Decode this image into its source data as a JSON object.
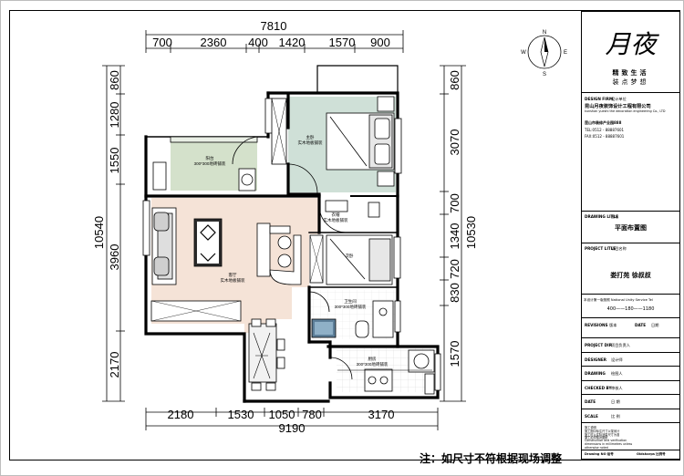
{
  "dimensions": {
    "top_total": "7810",
    "top_segments": [
      "700",
      "2360",
      "400",
      "1420",
      "1570",
      "900"
    ],
    "bottom_total": "9190",
    "bottom_segments": [
      "2180",
      "1530",
      "1050",
      "780",
      "3170"
    ],
    "left_total": "10540",
    "left_segments": [
      "860",
      "1280",
      "1550",
      "3960",
      "2170"
    ],
    "right_total": "10530",
    "right_segments": [
      "860",
      "3070",
      "700",
      "1340",
      "720",
      "830",
      "1570"
    ]
  },
  "compass": {
    "north": "N",
    "south": "S",
    "east": "E",
    "west": "W"
  },
  "rooms": {
    "master_bedroom": {
      "name": "主卧",
      "floor": "实木地板铺装"
    },
    "balcony": {
      "name": "阳台",
      "floor": "300*300地砖铺装"
    },
    "living": {
      "name": "客厅",
      "floor": "实木地板铺装"
    },
    "closet": {
      "name": "衣帽",
      "floor": "实木地板铺装"
    },
    "second_bedroom": {
      "name": "次卧",
      "floor": ""
    },
    "bathroom": {
      "name": "卫生间",
      "floor": "300*300地砖铺装"
    },
    "kitchen": {
      "name": "厨房",
      "floor": "300*300地砖铺装"
    }
  },
  "title_block": {
    "logo_script": "月夜",
    "slogan_top": "精致生活",
    "slogan_bottom": "装点梦想",
    "design_firm_label": "DESIGN FIRM",
    "design_firm_label_cn": "设计单位",
    "company_name_cn": "昆山月夜装饰设计工程有限公司",
    "company_name_en": "kunshan yueshi the decoration engineering Co., LTD",
    "address": "昆山市装修产业园888",
    "tel": "TEL:0512 - 88887601",
    "fax": "FAX:0512 - 88887601",
    "drawing_title_label": "DRAWING LITLE",
    "drawing_title_label_cn": "图名",
    "drawing_title": "平面布置图",
    "project_title_label": "PROJECT LITLE",
    "project_title_label_cn": "项目名称",
    "project_title": "娄打苑 徐叔叔",
    "approval_line": "本设计第一版按照 National Unity Service Tel",
    "phone_line": "400——180——1180",
    "revisions_label": "REVISIONS",
    "revisions_label_cn": "版本",
    "date_label": "DATE",
    "date_label_cn": "日期",
    "rows": [
      {
        "label": "PROJECT DIR",
        "value": "项目负责人"
      },
      {
        "label": "DESIGNER",
        "value": "设计师"
      },
      {
        "label": "DRAWING",
        "value": "绘图人"
      },
      {
        "label": "CHECKED BY",
        "value": "审核人"
      },
      {
        "label": "DATE",
        "value": "日 期"
      },
      {
        "label": "SCALE",
        "value": "比 例"
      }
    ],
    "notes": [
      "施工说明",
      "施工图中标注尺寸以毫米计",
      "施工时以实际测量尺寸为准",
      "施工前须核对图纸",
      "Construction and verification",
      "dimensions in millimetres unless",
      "otherwise noted"
    ],
    "footer_left": "Drawing NO 绘号",
    "footer_right": "Oldsharps 比例号"
  },
  "footnote": "注：如尺寸不符根据现场调整"
}
